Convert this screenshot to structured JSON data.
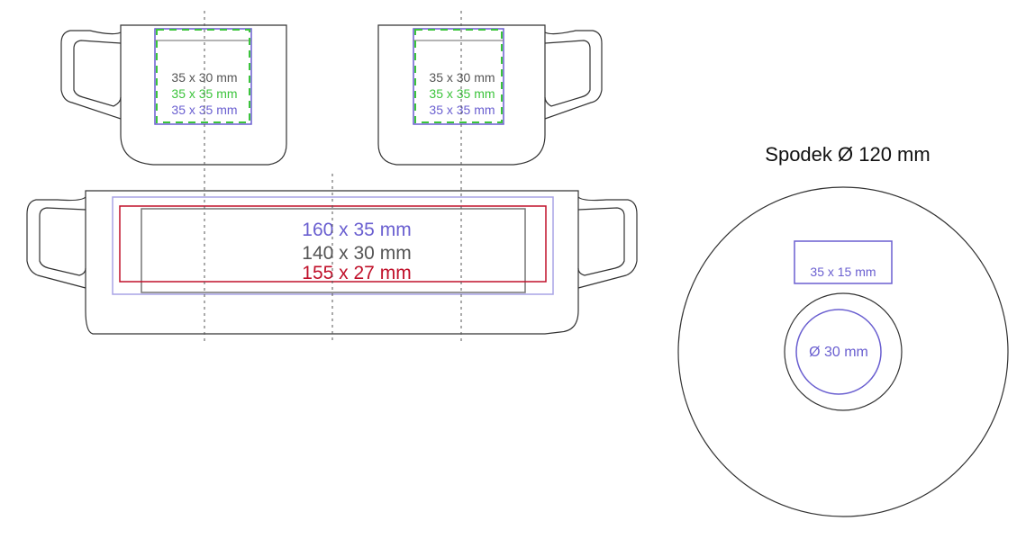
{
  "mug_left": {
    "lines": [
      "35 x 30 mm",
      "35 x 35 mm",
      "35 x 35 mm"
    ]
  },
  "mug_right": {
    "lines": [
      "35 x 30 mm",
      "35 x 35 mm",
      "35 x 35 mm"
    ]
  },
  "wrap": {
    "lines": [
      "160 x 35 mm",
      "140 x 30 mm",
      "155 x 27 mm"
    ]
  },
  "saucer": {
    "title": "Spodek Ø 120 mm",
    "rect_label": "35 x 15 mm",
    "circle_label": "Ø 30 mm"
  },
  "colors": {
    "gray": "#555555",
    "green": "#3cc43c",
    "purple": "#6a5fd0",
    "red": "#c0102a",
    "light_purple": "#a9a3e6"
  }
}
